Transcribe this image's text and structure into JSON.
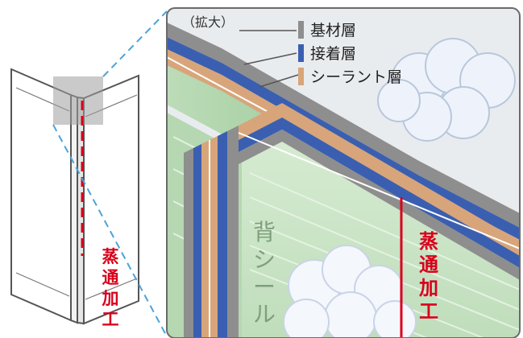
{
  "zoom_label": "（拡大）",
  "legend": {
    "items": [
      {
        "label": "基材層",
        "color": "#8e8e8e"
      },
      {
        "label": "接着層",
        "color": "#3b5fb0"
      },
      {
        "label": "シーラント層",
        "color": "#d8a57a"
      }
    ]
  },
  "back_seal_label": [
    "背",
    "シ",
    "ー",
    "ル"
  ],
  "steam_label_left": [
    "蒸",
    "通",
    "加",
    "工"
  ],
  "steam_label_right": [
    "蒸",
    "通",
    "加",
    "工"
  ],
  "colors": {
    "steam_line": "#d9001b",
    "pouch_outline": "#555555",
    "zoom_frame": "#6a6a6a",
    "dashed_guide": "#4aa3d8",
    "interior": "#cde7c8",
    "cloud": "#eef3fb"
  }
}
